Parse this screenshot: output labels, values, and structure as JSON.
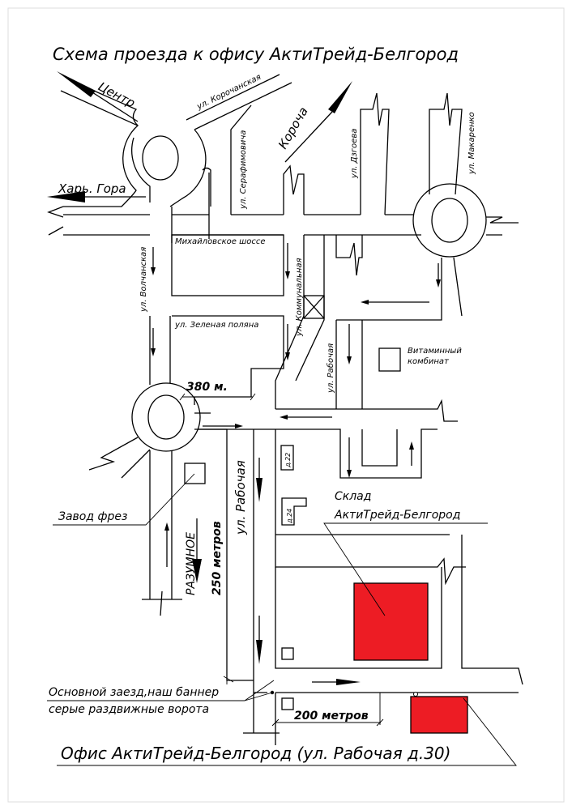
{
  "title": "Схема проезда к офису АктиТрейд-Белгород",
  "directions": {
    "center": "Центр",
    "korocha": "Короча",
    "khar_gora": "Харь. Гора"
  },
  "streets": {
    "korochanskaya": "ул. Корочанская",
    "serafimovicha": "ул. Серафимовича",
    "dzgoeva": "ул. Дзгоева",
    "makarenko": "ул. Макаренко",
    "mikhailovskoe": "Михайловское шоссе",
    "volchanskaya": "ул. Волчанская",
    "kommunalnaya": "ул. Коммунальная",
    "zelenaya": "ул. Зеленая поляна",
    "rabochaya_upper": "ул. Рабочая",
    "rabochaya_main": "ул. Рабочая"
  },
  "landmarks": {
    "vitamin": "Витаминный комбинат",
    "vitamin_line1": "Витаминный",
    "vitamin_line2": "комбинат",
    "zavod": "Завод фрез",
    "d22": "д.22",
    "d24": "д.24",
    "sklad_line1": "Склад",
    "sklad_line2": "АктиТрейд-Белгород",
    "razumnoe": "РАЗУМНОЕ"
  },
  "distances": {
    "d380": "380 м.",
    "d250": "250 метров",
    "d200": "200 метров"
  },
  "notes": {
    "entrance": "Основной заезд,наш баннер",
    "gates": "серые раздвижные ворота"
  },
  "office_label": "Офис АктиТрейд-Белгород (ул. Рабочая д.30)",
  "colors": {
    "building": "#ed1c24",
    "line": "#000000"
  }
}
